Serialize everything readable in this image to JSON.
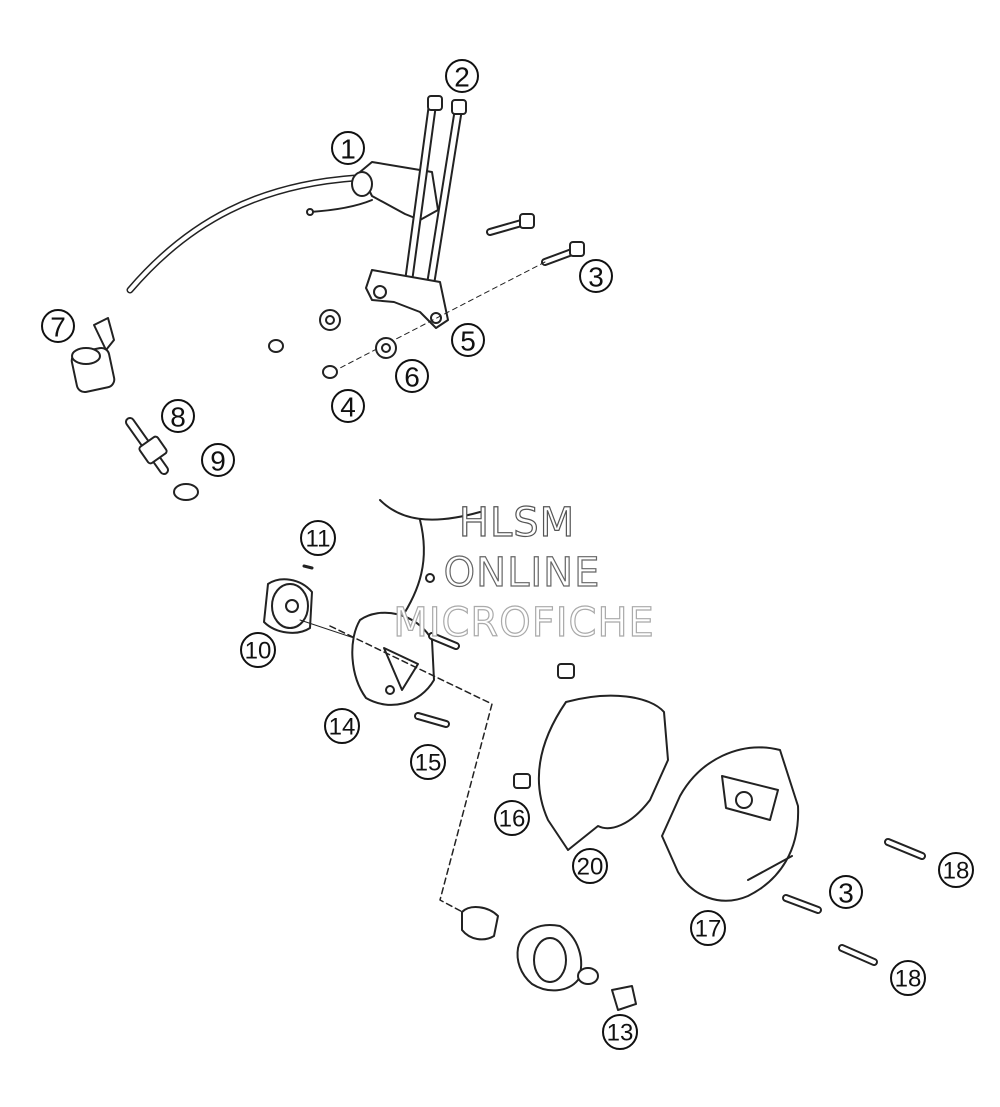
{
  "watermark": {
    "line1": "HLSM",
    "line2": "ONLINE",
    "line3": "MICROFICHE"
  },
  "callouts": [
    {
      "id": "c1",
      "label": "1"
    },
    {
      "id": "c2",
      "label": "2"
    },
    {
      "id": "c3a",
      "label": "3"
    },
    {
      "id": "c4",
      "label": "4"
    },
    {
      "id": "c5",
      "label": "5"
    },
    {
      "id": "c6",
      "label": "6"
    },
    {
      "id": "c7",
      "label": "7"
    },
    {
      "id": "c8",
      "label": "8"
    },
    {
      "id": "c9",
      "label": "9"
    },
    {
      "id": "c10",
      "label": "10"
    },
    {
      "id": "c11",
      "label": "11"
    },
    {
      "id": "c13",
      "label": "13"
    },
    {
      "id": "c14",
      "label": "14"
    },
    {
      "id": "c15",
      "label": "15"
    },
    {
      "id": "c16",
      "label": "16"
    },
    {
      "id": "c17",
      "label": "17"
    },
    {
      "id": "c18a",
      "label": "18"
    },
    {
      "id": "c18b",
      "label": "18"
    },
    {
      "id": "c20",
      "label": "20"
    },
    {
      "id": "c3b",
      "label": "3"
    }
  ]
}
